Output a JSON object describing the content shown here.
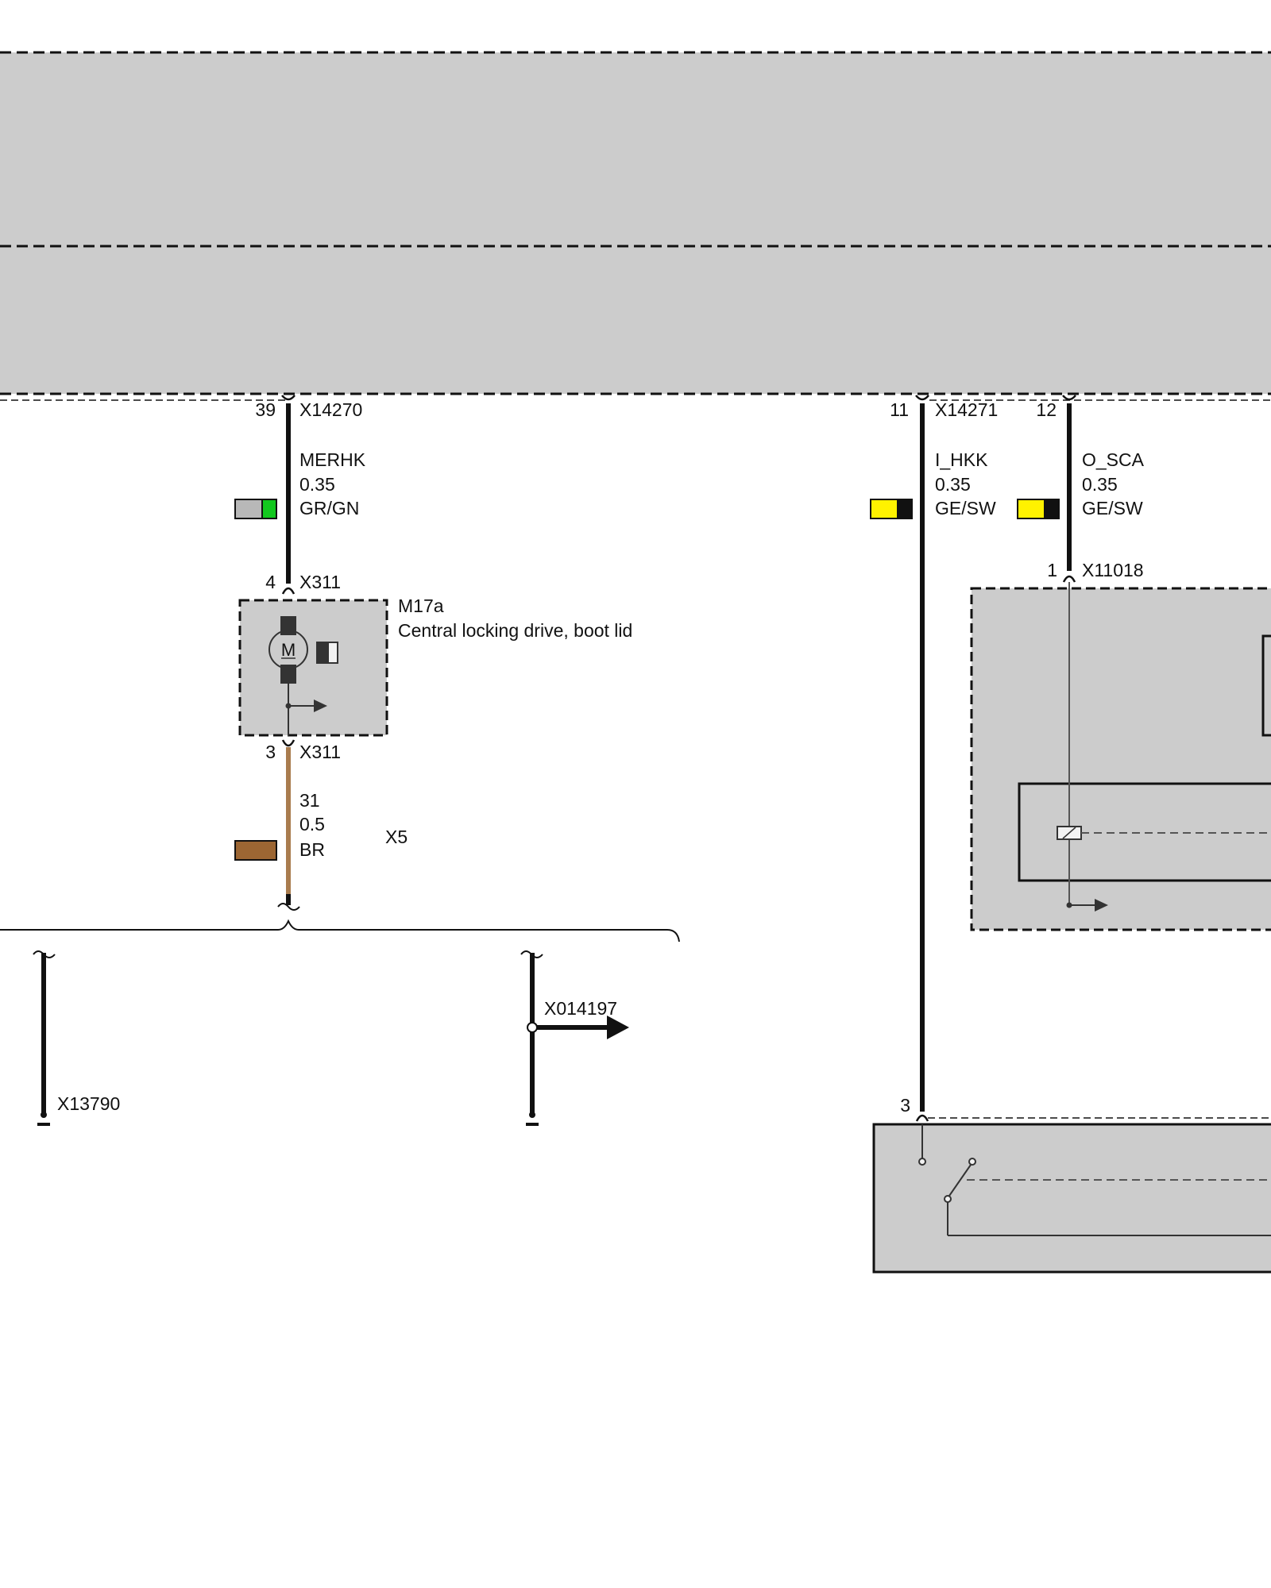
{
  "colors": {
    "module_fill": "#cccccc",
    "wire_black": "#111111",
    "wire_brown": "#a97c4e",
    "swatch_grey": "#b8b8b8",
    "swatch_green": "#12c81e",
    "swatch_yellow": "#fff200",
    "swatch_black": "#111111",
    "swatch_brown": "#9c6633"
  },
  "wires": {
    "merhk": {
      "pin_top": "39",
      "connector_top": "X14270",
      "signal": "MERHK",
      "gauge": "0.35",
      "color_code": "GR/GN",
      "pin_bottom": "4",
      "connector_bottom": "X311"
    },
    "hkk": {
      "pin_top": "11",
      "connector_top": "X14271",
      "signal": "I_HKK",
      "gauge": "0.35",
      "color_code": "GE/SW",
      "pin_bottom": "3"
    },
    "sca": {
      "pin_top": "12",
      "signal": "O_SCA",
      "gauge": "0.35",
      "color_code": "GE/SW",
      "pin_bottom": "1",
      "connector_bottom": "X11018"
    },
    "ground": {
      "pin_top": "3",
      "connector_top": "X311",
      "signal": "31",
      "gauge": "0.5",
      "color_code": "BR",
      "splice": "X5"
    }
  },
  "components": {
    "m17a": {
      "id": "M17a",
      "name": "Central locking drive, boot lid",
      "motor_symbol": "M"
    }
  },
  "branches": {
    "left_ground": "X13790",
    "right_ground_arrow": "X014197"
  }
}
